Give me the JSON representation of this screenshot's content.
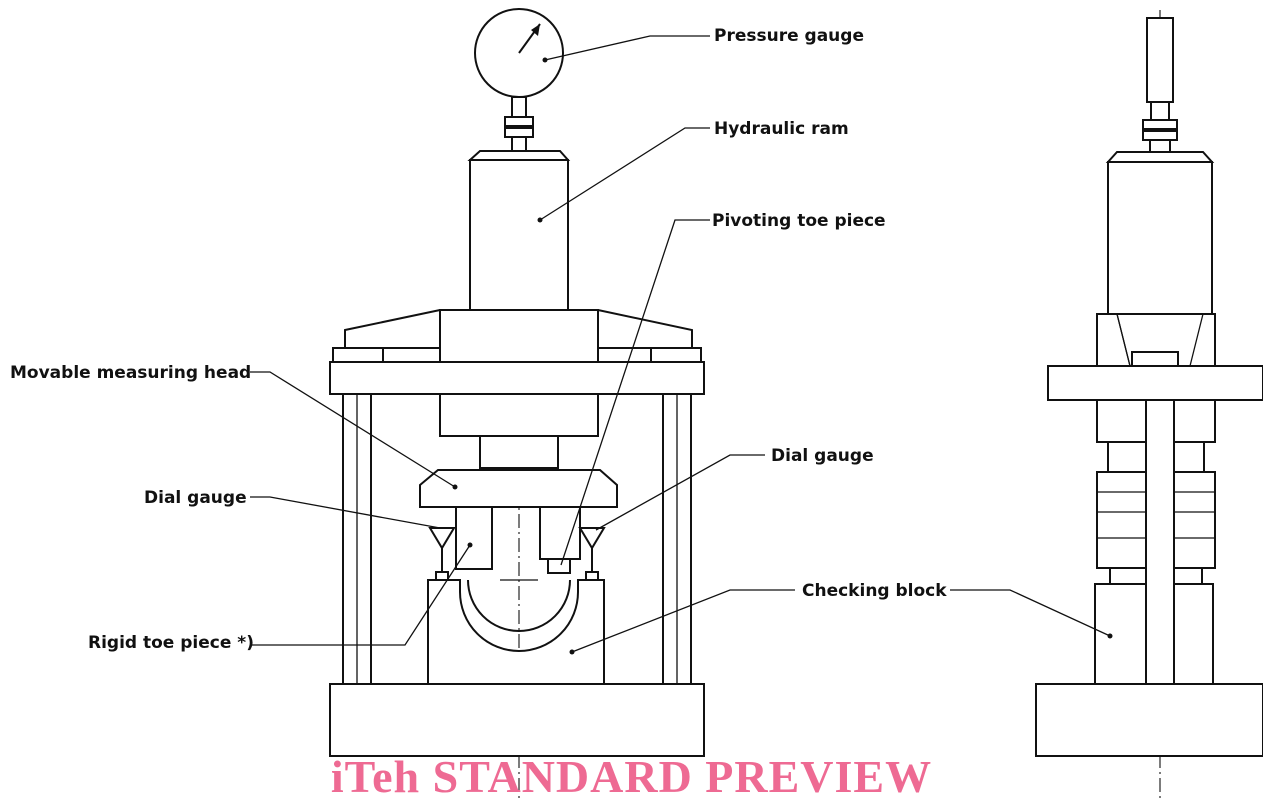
{
  "labels": {
    "pressure_gauge": "Pressure gauge",
    "hydraulic_ram": "Hydraulic ram",
    "pivoting_toe_piece": "Pivoting toe piece",
    "movable_measuring_head": "Movable measuring head",
    "dial_gauge_left": "Dial gauge",
    "dial_gauge_right": "Dial gauge",
    "checking_block": "Checking block",
    "rigid_toe_piece": "Rigid toe piece *)"
  },
  "watermark": "iTeh STANDARD PREVIEW"
}
